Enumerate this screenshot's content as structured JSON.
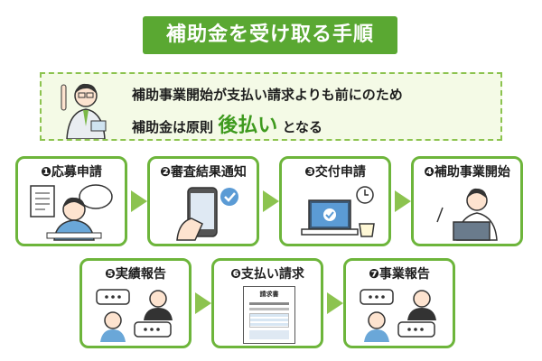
{
  "title": "補助金を受け取る手順",
  "note": {
    "line1": "補助事業開始が支払い請求よりも前にのため",
    "line2_pre": "補助金は原則",
    "line2_emph": "後払い",
    "line2_post": "となる"
  },
  "steps": [
    {
      "label": "❶応募申請"
    },
    {
      "label": "❷審査結果通知"
    },
    {
      "label": "❸交付申請"
    },
    {
      "label": "❹補助事業開始"
    },
    {
      "label": "❺実績報告"
    },
    {
      "label": "❻支払い請求"
    },
    {
      "label": "❼事業報告"
    }
  ],
  "document_heading": "請求書",
  "colors": {
    "accent": "#5aa832",
    "border": "#6db53b",
    "arrow": "#8cc34f",
    "note_bg": "#f4fae6"
  }
}
